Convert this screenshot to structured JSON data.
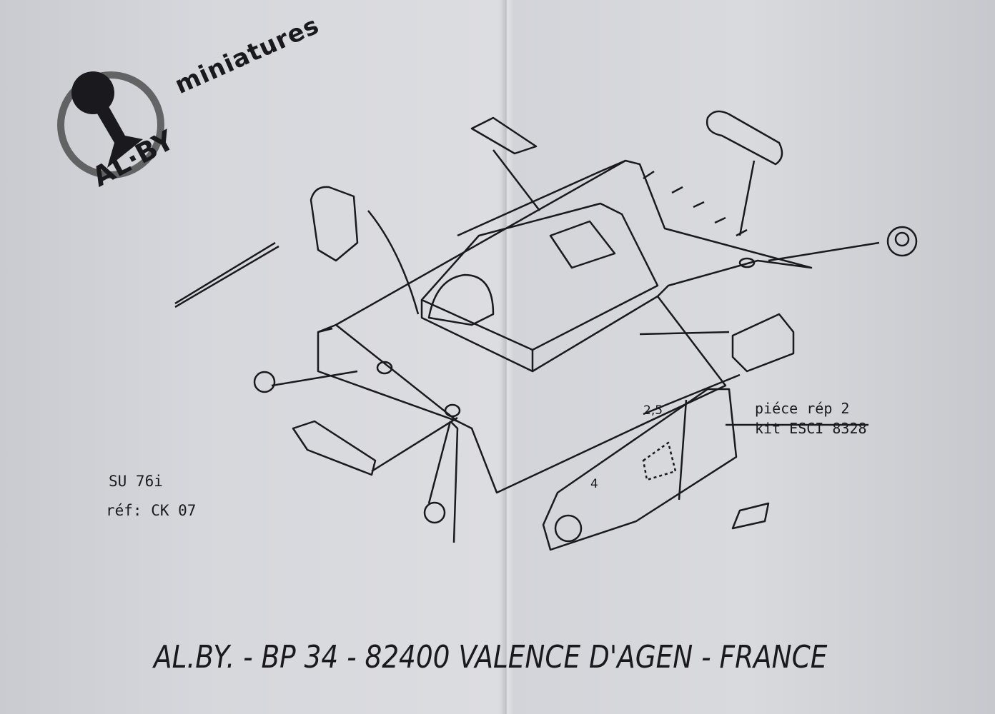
{
  "logo": {
    "text": "AL·BY",
    "brand": "miniatures"
  },
  "kit": {
    "model": "SU 76i",
    "reference": "réf: CK 07"
  },
  "note": {
    "line1": "piéce rép 2",
    "line2": "kit ESCI 8328"
  },
  "dimensions": {
    "a": "2,5",
    "b": "4"
  },
  "footer": {
    "address": "AL.BY. - BP 34 - 82400 VALENCE D'AGEN - FRANCE"
  }
}
